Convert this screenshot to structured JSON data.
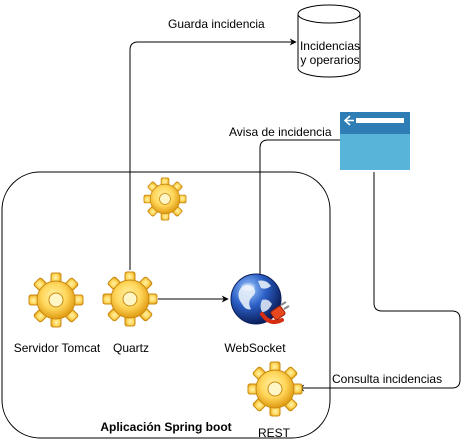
{
  "container": {
    "title": "Aplicación Spring boot"
  },
  "nodes": {
    "tomcat": {
      "label": "Servidor Tomcat",
      "icon": "gear-icon"
    },
    "quartz": {
      "label": "Quartz",
      "icon": "gear-icon"
    },
    "websocket": {
      "label": "WebSocket",
      "icon": "globe-plug-icon"
    },
    "rest": {
      "label": "REST",
      "icon": "gear-icon"
    },
    "floating_gear": {
      "icon": "gear-icon"
    },
    "database": {
      "line1": "Incidencias",
      "line2": "y operarios",
      "icon": "cylinder-database-icon"
    },
    "browser": {
      "icon": "browser-window-icon"
    }
  },
  "edges": {
    "save": {
      "label": "Guarda incidencia"
    },
    "notify": {
      "label": "Avisa de incidencia"
    },
    "query": {
      "label": "Consulta incidencias"
    }
  },
  "colors": {
    "gear_light": "#FFD65A",
    "gear_dark": "#E8A317",
    "browser_body": "#59B4D9",
    "browser_bar": "#2E7DB5",
    "line": "#000000"
  }
}
